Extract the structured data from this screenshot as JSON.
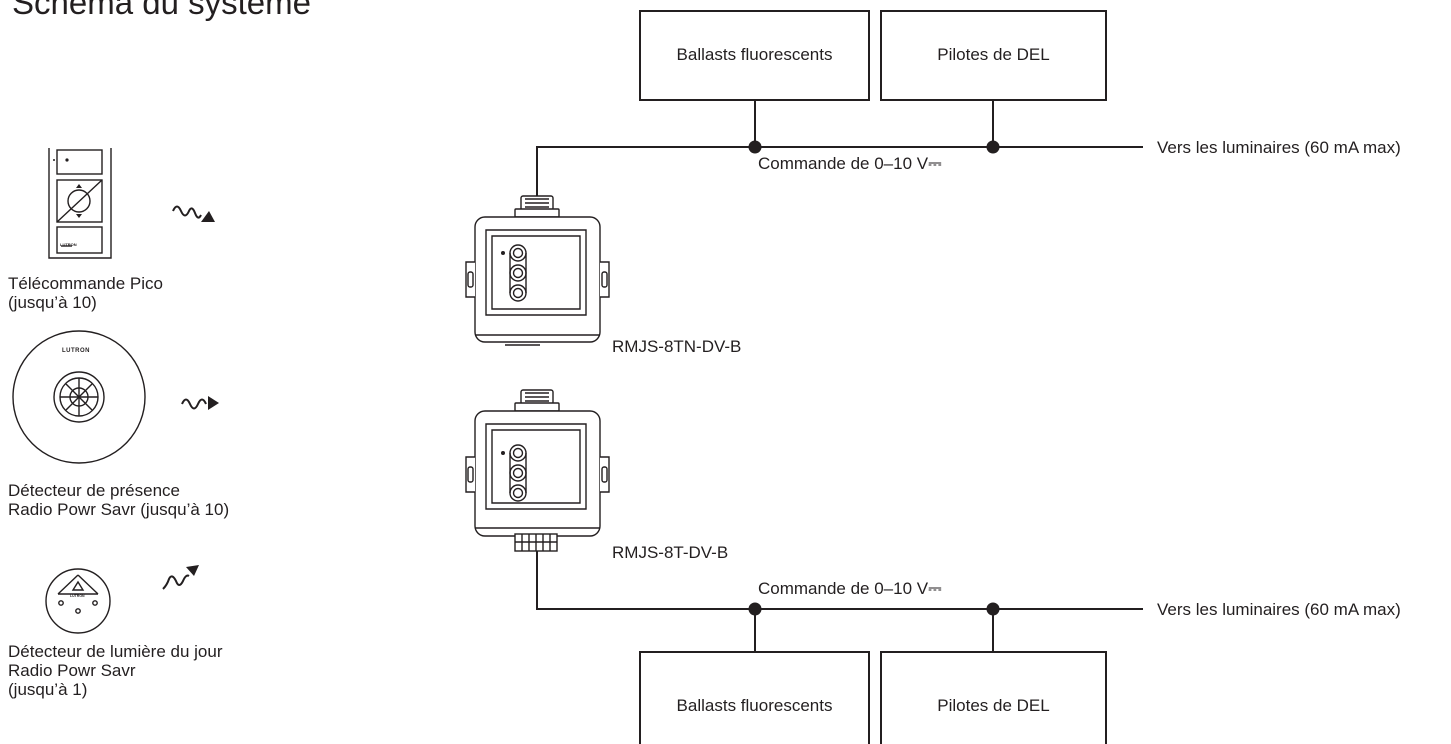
{
  "title": "Schéma du système",
  "top_boxes": {
    "fluorescent": "Ballasts fluorescents",
    "led": "Pilotes de DEL"
  },
  "bottom_boxes": {
    "fluorescent": "Ballasts fluorescents",
    "led": "Pilotes de DEL"
  },
  "top_bus": {
    "label": "Commande de 0–10 V⎓",
    "destination": "Vers les luminaires (60 mA max)"
  },
  "bottom_bus": {
    "label": "Commande de 0–10 V⎓",
    "destination": "Vers les luminaires (60 mA max)"
  },
  "modules": {
    "upper": "RMJS-8TN-DV-B",
    "lower": "RMJS-8T-DV-B"
  },
  "devices": {
    "pico": {
      "line1": "Télécommande Pico",
      "line2": "(jusqu’à 10)",
      "brand": "LUTRON"
    },
    "occupancy": {
      "line1": "Détecteur de présence",
      "line2": "Radio Powr Savr (jusqu’à 10)",
      "brand": "LUTRON"
    },
    "daylight": {
      "line1": "Détecteur de lumière du jour",
      "line2": "Radio Powr Savr",
      "line3": "(jusqu’à 1)",
      "brand": "LUTRON"
    }
  },
  "colors": {
    "ink": "#231f20",
    "background": "#ffffff"
  }
}
